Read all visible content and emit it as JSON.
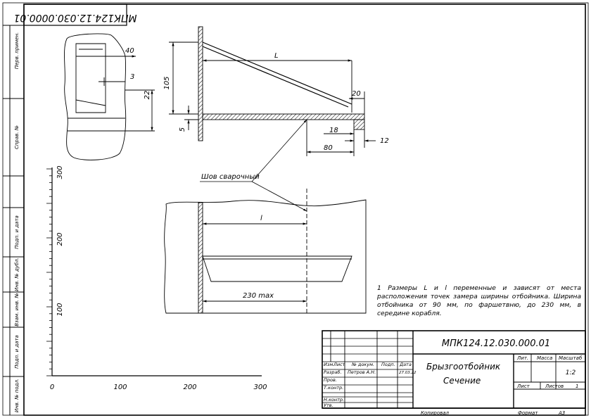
{
  "drawing": {
    "stamp_rotated": "МПК124.12.030.0000.01",
    "designation": "МПК124.12.030.000.01",
    "title_line1": "Брызгоотбойник",
    "title_line2": "Сечение",
    "weld_label": "Шов сварочный",
    "note": "1 Размеры L и l переменные и зависят от места расположения точек замера ширины отбойника. Ширина отбойника от 90 мм, по фаршетвню, до 230 мм, в середине корабля."
  },
  "dimensions": {
    "d40": "40",
    "d3": "3",
    "d22": "22",
    "d105": "105",
    "d5": "5",
    "L": "L",
    "d20": "20",
    "d18": "18",
    "d80": "80",
    "d12": "12",
    "l": "l",
    "d230": "230 max"
  },
  "side_column": {
    "perv_primen": "Перв. примен.",
    "sprav_no": "Справ. №",
    "podp_data_1": "Подп. и дата",
    "inv_dubl": "Инв. № дубл.",
    "vzam_inv": "Взам. инв. №",
    "podp_data_2": "Подп. и дата",
    "inv_podl": "Инв. № подл."
  },
  "ruler": {
    "vertical_labels": [
      "100",
      "200",
      "300"
    ],
    "horizontal_labels": [
      "0",
      "100",
      "200",
      "300"
    ]
  },
  "title_block": {
    "izm": "Изм.",
    "list": "Лист",
    "n_dokum": "№ докум.",
    "podp": "Подп.",
    "data": "Дата",
    "razrab_label": "Разраб.",
    "razrab_name": "Петров А.Н.",
    "razrab_date": "27.03.22",
    "prov": "Пров.",
    "tkontr": "Т.контр.",
    "nkontr": "Н.контр.",
    "utv": "Утв.",
    "lit": "Лит.",
    "massa": "Масса",
    "masshtab": "Масштаб",
    "scale_value": "1:2",
    "list_label": "Лист",
    "listov_label": "Листов",
    "listov_value": "1",
    "kopiroval": "Копировал",
    "format_label": "Формат",
    "format_value": "А3"
  }
}
